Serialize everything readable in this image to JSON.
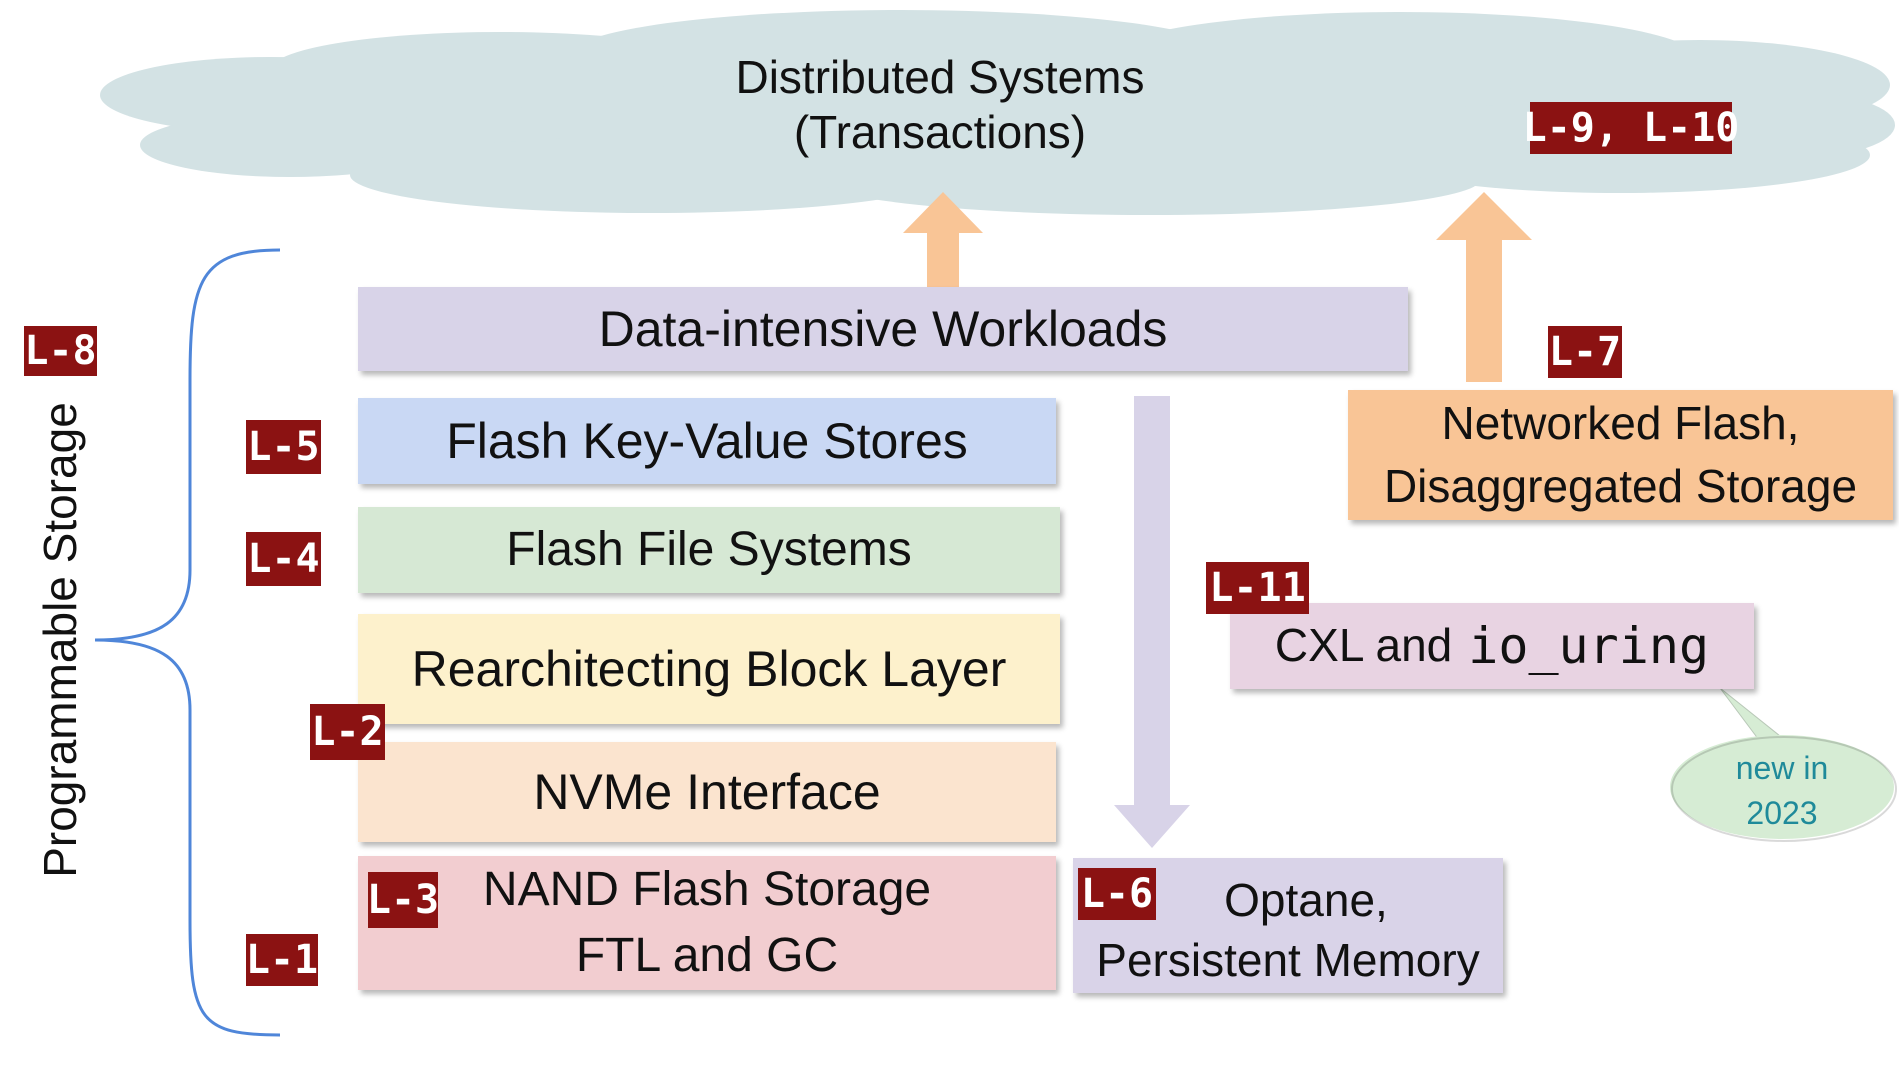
{
  "cloud": {
    "line1": "Distributed Systems",
    "line2": "(Transactions)"
  },
  "brace_label": "Programmable Storage",
  "boxes": {
    "workloads": "Data-intensive Workloads",
    "kv": "Flash Key-Value Stores",
    "fs": "Flash File Systems",
    "block": "Rearchitecting Block Layer",
    "nvme": "NVMe Interface",
    "nand_line1": "NAND Flash Storage",
    "nand_line2": "FTL and GC",
    "optane_line1": "Optane,",
    "optane_line2": "Persistent Memory",
    "networked_line1": "Networked Flash,",
    "networked_line2": "Disaggregated Storage",
    "cxl_text": "CXL and",
    "cxl_code": "io_uring"
  },
  "tags": {
    "l1": "L-1",
    "l2": "L-2",
    "l3": "L-3",
    "l4": "L-4",
    "l5": "L-5",
    "l6": "L-6",
    "l7": "L-7",
    "l8": "L-8",
    "l9_10": "L-9, L-10",
    "l11": "L-11"
  },
  "bubble": {
    "line1": "new in",
    "line2": "2023"
  },
  "colors": {
    "cloud": "#d3e2e4",
    "workloads": "#d8d3e8",
    "kv": "#c9d8f4",
    "fs": "#d6e8d4",
    "block": "#fdf1cc",
    "nvme": "#fbe4cf",
    "nand": "#f2cdd0",
    "optane": "#d9d3e8",
    "networked": "#f9c596",
    "cxl": "#e8d3e2",
    "tag": "#8b1212",
    "brace": "#4f86d9",
    "bubble": "#d6ecd4",
    "arrow_orange": "#f9c596",
    "arrow_purple": "#d8d3e8"
  }
}
